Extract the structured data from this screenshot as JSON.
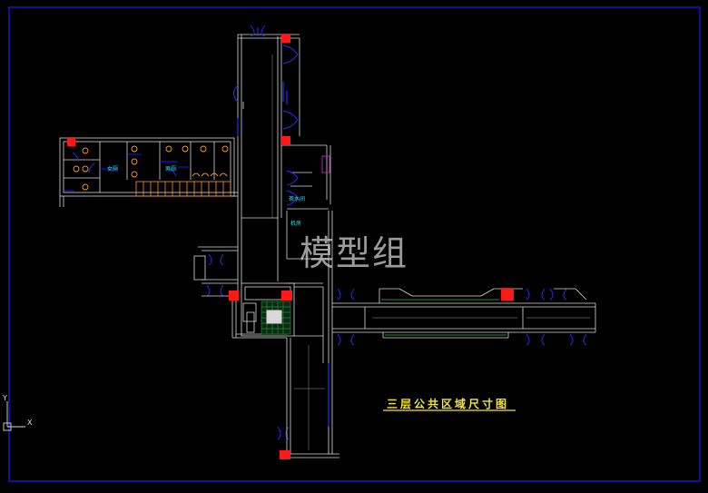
{
  "drawing": {
    "title": "三层公共区域尺寸图",
    "watermark": "模型组"
  },
  "room_labels": {
    "womens_wc": "女厕",
    "mens_wc": "男厕",
    "water_room": "茶水间",
    "machine_room": "机房"
  },
  "ucs": {
    "x_label": "X",
    "y_label": "Y"
  },
  "colors": {
    "background": "#000000",
    "border": "#1a1aff",
    "wall": "#d8d8d8",
    "wall_dim": "#9a9a9a",
    "door": "#2a2aff",
    "marker": "#ff1a1a",
    "fixture": "#ff9a1a",
    "grid_green": "#1f8a3a",
    "title_yellow": "#f5e61e",
    "label_cyan": "#22e6ff",
    "accent_magenta": "#d020d0"
  }
}
